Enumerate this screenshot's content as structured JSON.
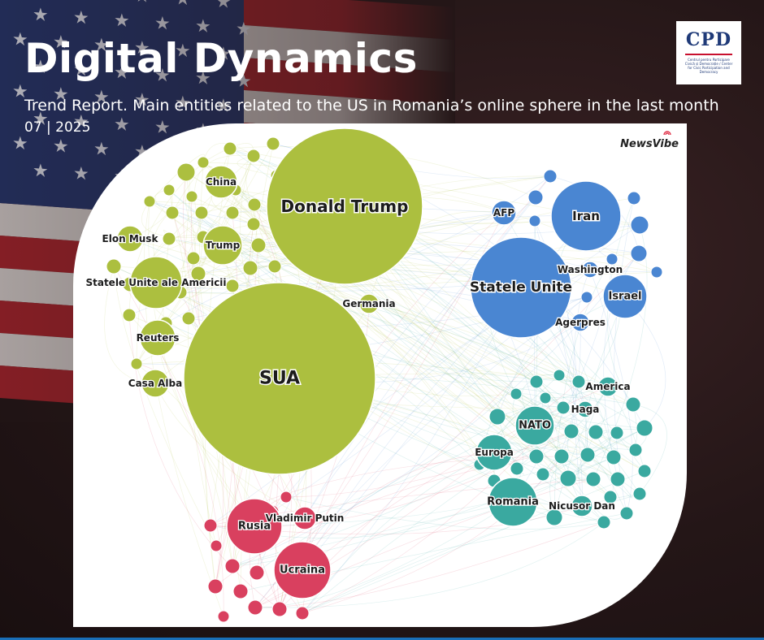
{
  "title": "Digital Dynamics",
  "subtitle": "Trend Report. Main entities related to the US in Romania’s online sphere in the last month",
  "date": "07 | 2025",
  "logo": {
    "text": "CPD",
    "subtext": "Centrul pentru Participare Civică și Democrație / Center for Civic Participation and Democracy"
  },
  "source_badge": "NewsVibe",
  "colors": {
    "green": "#acbf3f",
    "blue": "#4a86d2",
    "teal": "#3aa9a0",
    "red": "#d9405f"
  },
  "clusters": [
    {
      "name": "green",
      "color": "#acbf3f",
      "labels": [
        "Donald Trump",
        "SUA",
        "China",
        "Trump",
        "Elon Musk",
        "Statele Unite ale Americii",
        "Reuters",
        "Casa Alba",
        "Germania"
      ]
    },
    {
      "name": "blue",
      "color": "#4a86d2",
      "labels": [
        "Statele Unite",
        "Iran",
        "AFP",
        "Washington",
        "Israel",
        "Agerpres"
      ]
    },
    {
      "name": "teal",
      "color": "#3aa9a0",
      "labels": [
        "NATO",
        "America",
        "Haga",
        "Europa",
        "Romania",
        "Nicusor Dan"
      ]
    },
    {
      "name": "red",
      "color": "#d9405f",
      "labels": [
        "Rusia",
        "Ucraina",
        "Vladimir Putin"
      ]
    }
  ]
}
